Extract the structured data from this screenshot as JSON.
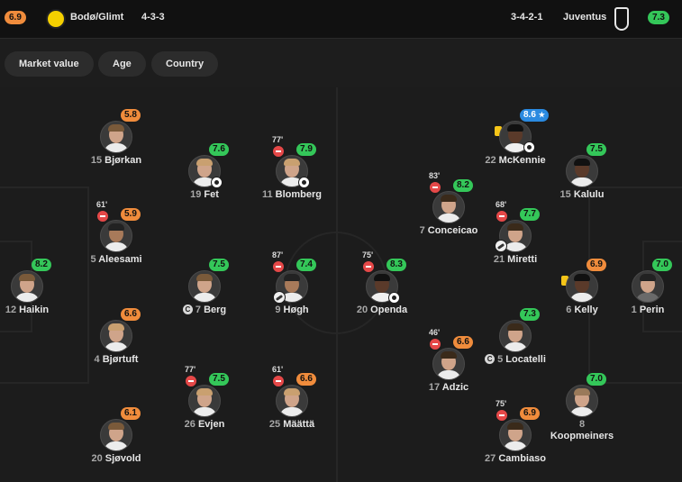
{
  "header": {
    "home": {
      "rating": "6.9",
      "name": "Bodø/Glimt",
      "formation": "4-3-3"
    },
    "away": {
      "rating": "7.3",
      "name": "Juventus",
      "formation": "3-4-2-1"
    }
  },
  "filters": [
    "Market value",
    "Age",
    "Country"
  ],
  "colors": {
    "green": "#34c759",
    "orange": "#f08c3c",
    "blue": "#2a8ae0"
  },
  "players": {
    "haikin": {
      "num": "12",
      "name": "Haikin",
      "rating": "8.2"
    },
    "bjorkan": {
      "num": "15",
      "name": "Bjørkan",
      "rating": "5.8"
    },
    "aleesami": {
      "num": "5",
      "name": "Aleesami",
      "rating": "5.9",
      "sub": "61'"
    },
    "bjortuft": {
      "num": "4",
      "name": "Bjørtuft",
      "rating": "6.6"
    },
    "sjovold": {
      "num": "20",
      "name": "Sjøvold",
      "rating": "6.1"
    },
    "fet": {
      "num": "19",
      "name": "Fet",
      "rating": "7.6"
    },
    "berg": {
      "num": "7",
      "name": "Berg",
      "rating": "7.5",
      "captain": "C"
    },
    "evjen": {
      "num": "26",
      "name": "Evjen",
      "rating": "7.5",
      "sub": "77'"
    },
    "blomberg": {
      "num": "11",
      "name": "Blomberg",
      "rating": "7.9",
      "sub": "77'"
    },
    "hogh": {
      "num": "9",
      "name": "Høgh",
      "rating": "7.4",
      "sub": "87'"
    },
    "maatta": {
      "num": "25",
      "name": "Määttä",
      "rating": "6.6",
      "sub": "61'"
    },
    "openda": {
      "num": "20",
      "name": "Openda",
      "rating": "8.3",
      "sub": "75'"
    },
    "conceicao": {
      "num": "7",
      "name": "Conceicao",
      "rating": "8.2",
      "sub": "83'"
    },
    "adzic": {
      "num": "17",
      "name": "Adzic",
      "rating": "6.6",
      "sub": "46'"
    },
    "mckennie": {
      "num": "22",
      "name": "McKennie",
      "rating": "8.6"
    },
    "miretti": {
      "num": "21",
      "name": "Miretti",
      "rating": "7.7",
      "sub": "68'"
    },
    "locatelli": {
      "num": "5",
      "name": "Locatelli",
      "rating": "7.3",
      "captain": "C"
    },
    "cambiaso": {
      "num": "27",
      "name": "Cambiaso",
      "rating": "6.9",
      "sub": "75'"
    },
    "kalulu": {
      "num": "15",
      "name": "Kalulu",
      "rating": "7.5"
    },
    "kelly": {
      "num": "6",
      "name": "Kelly",
      "rating": "6.9"
    },
    "koopmeiners": {
      "num": "8",
      "name": "Koopmeiners",
      "rating": "7.0"
    },
    "perin": {
      "num": "1",
      "name": "Perin",
      "rating": "7.0"
    }
  }
}
